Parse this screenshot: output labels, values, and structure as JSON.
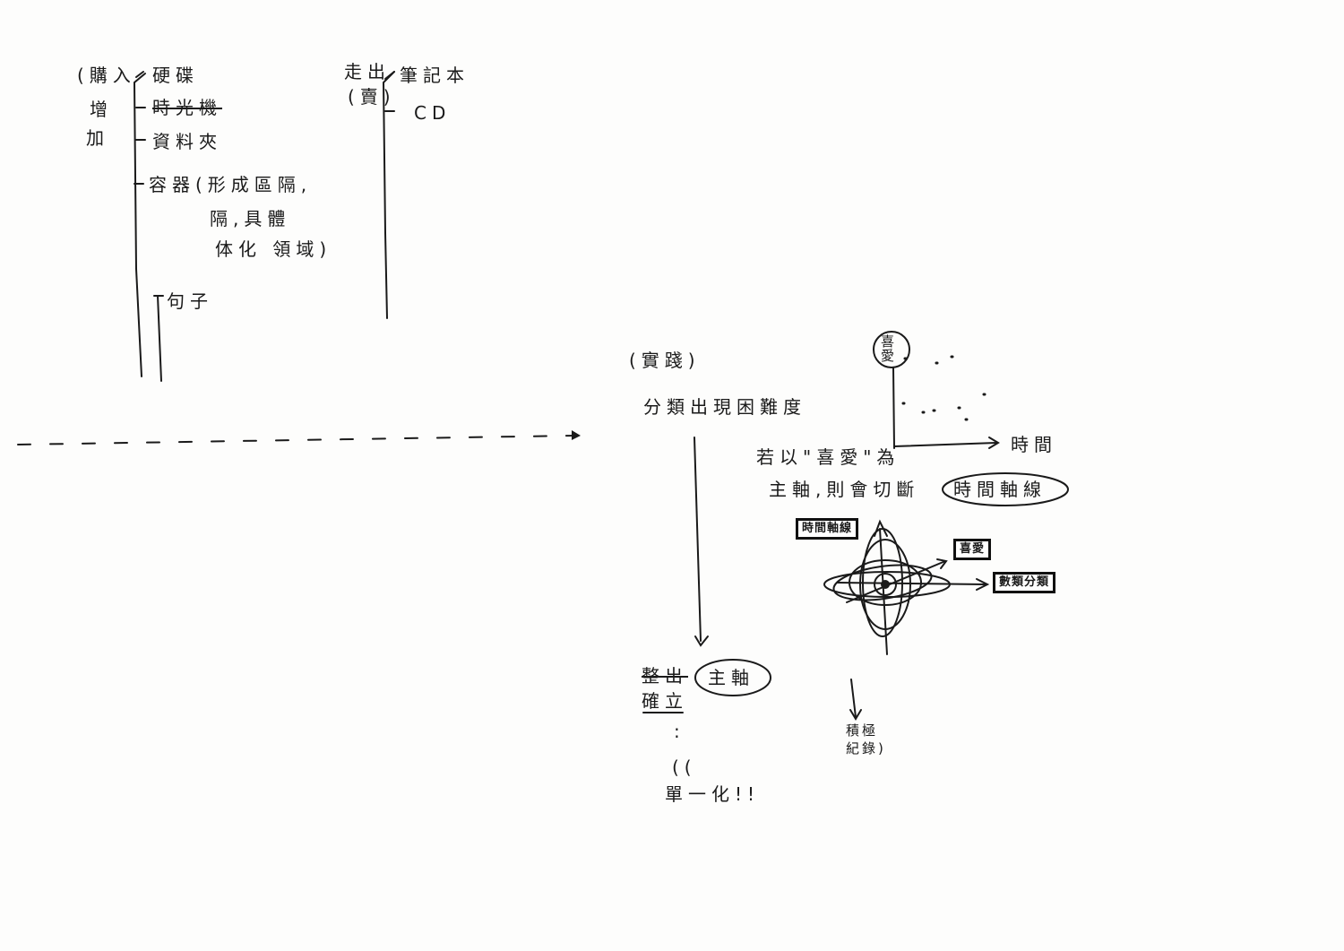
{
  "left_tree": {
    "root_label_1": "(購入",
    "root_label_2": "增",
    "root_label_3": "加",
    "items": [
      "硬碟",
      "時光機",
      "資料夾",
      "容器(形成區隔,",
      "隔,具體",
      "体化 領域)",
      "句子"
    ]
  },
  "middle_tree": {
    "root_label_1": "走出",
    "root_label_2": "(賣)",
    "items": [
      "筆記本",
      "CD"
    ]
  },
  "notes": {
    "practice": "(實踐)",
    "classify": "分類出現困難度",
    "if_line": "若以\"喜愛\"為",
    "axis_line": "主軸,則會切斷",
    "timeline_circled": "時間軸線",
    "sort_out_1": "整出",
    "sort_out_2": "確立",
    "main_axis_circled": "主軸",
    "simplify": "單一化!!",
    "quote_mark": "((",
    "dots": ":",
    "bottom_note_1": "積極",
    "bottom_note_2": "紀錄)"
  },
  "axis": {
    "y_label": "喜愛",
    "x_label": "時間"
  },
  "radial": {
    "top_label": "時間軸線",
    "mid_label": "喜愛",
    "right_label": "數類分類"
  },
  "colors": {
    "ink": "#1a1a1a",
    "paper": "#fdfdfc"
  }
}
